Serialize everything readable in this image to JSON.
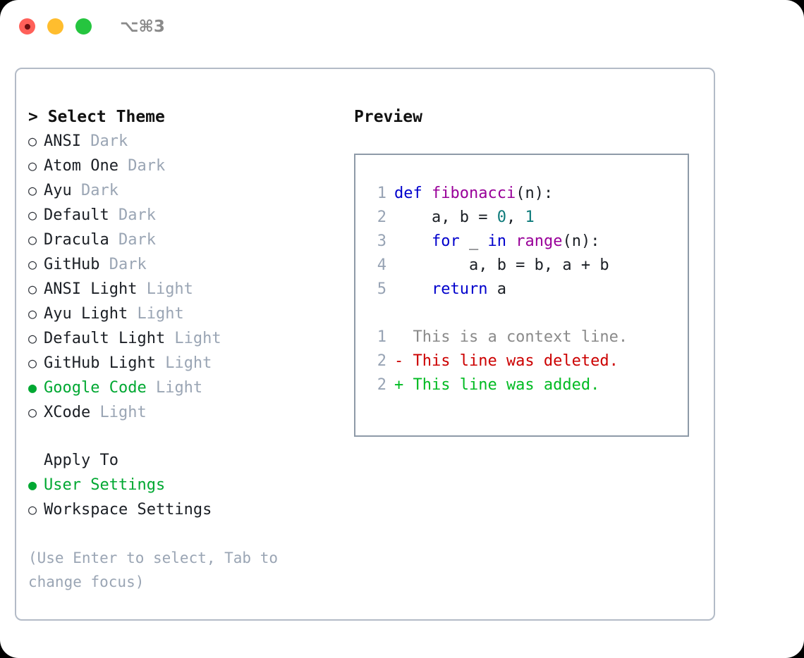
{
  "titlebar": {
    "shortcut": "⌥⌘3",
    "lights": [
      "close",
      "minimize",
      "zoom"
    ]
  },
  "theme_picker": {
    "prompt": "> Select Theme",
    "options": [
      {
        "bullet": "○",
        "name": "ANSI",
        "tag": "Dark",
        "selected": false
      },
      {
        "bullet": "○",
        "name": "Atom One",
        "tag": "Dark",
        "selected": false
      },
      {
        "bullet": "○",
        "name": "Ayu",
        "tag": "Dark",
        "selected": false
      },
      {
        "bullet": "○",
        "name": "Default",
        "tag": "Dark",
        "selected": false
      },
      {
        "bullet": "○",
        "name": "Dracula",
        "tag": "Dark",
        "selected": false
      },
      {
        "bullet": "○",
        "name": "GitHub",
        "tag": "Dark",
        "selected": false
      },
      {
        "bullet": "○",
        "name": "ANSI Light",
        "tag": "Light",
        "selected": false
      },
      {
        "bullet": "○",
        "name": "Ayu Light",
        "tag": "Light",
        "selected": false
      },
      {
        "bullet": "○",
        "name": "Default Light",
        "tag": "Light",
        "selected": false
      },
      {
        "bullet": "○",
        "name": "GitHub Light",
        "tag": "Light",
        "selected": false
      },
      {
        "bullet": "●",
        "name": "Google Code",
        "tag": "Light",
        "selected": true
      },
      {
        "bullet": "○",
        "name": "XCode",
        "tag": "Light",
        "selected": false
      }
    ]
  },
  "apply_to": {
    "heading": "Apply To",
    "options": [
      {
        "bullet": "●",
        "name": "User Settings",
        "selected": true
      },
      {
        "bullet": "○",
        "name": "Workspace Settings",
        "selected": false
      }
    ]
  },
  "hint": "(Use Enter to select, Tab to change focus)",
  "preview": {
    "title": "Preview",
    "code_lines": [
      {
        "no": "1",
        "segments": [
          {
            "t": "def ",
            "c": "tok-kw"
          },
          {
            "t": "fibonacci",
            "c": "tok-fn"
          },
          {
            "t": "(n):",
            "c": "tok-pl"
          }
        ]
      },
      {
        "no": "2",
        "segments": [
          {
            "t": "    a, b = ",
            "c": "tok-pl"
          },
          {
            "t": "0",
            "c": "tok-num"
          },
          {
            "t": ", ",
            "c": "tok-pl"
          },
          {
            "t": "1",
            "c": "tok-num"
          }
        ]
      },
      {
        "no": "3",
        "segments": [
          {
            "t": "    ",
            "c": "tok-pl"
          },
          {
            "t": "for",
            "c": "tok-kw"
          },
          {
            "t": " _ ",
            "c": "tok-pl"
          },
          {
            "t": "in",
            "c": "tok-kw"
          },
          {
            "t": " ",
            "c": "tok-pl"
          },
          {
            "t": "range",
            "c": "tok-fn"
          },
          {
            "t": "(n):",
            "c": "tok-pl"
          }
        ]
      },
      {
        "no": "4",
        "segments": [
          {
            "t": "        a, b = b, a + b",
            "c": "tok-pl"
          }
        ]
      },
      {
        "no": "5",
        "segments": [
          {
            "t": "    ",
            "c": "tok-pl"
          },
          {
            "t": "return",
            "c": "tok-kw"
          },
          {
            "t": " a",
            "c": "tok-pl"
          }
        ]
      }
    ],
    "diff_lines": [
      {
        "no": "1",
        "text": "  This is a context line.",
        "cls": "diff-ctx"
      },
      {
        "no": "2",
        "text": "- This line was deleted.",
        "cls": "diff-del"
      },
      {
        "no": "2",
        "text": "+ This line was added.",
        "cls": "diff-add"
      }
    ]
  },
  "colors": {
    "accent_green": "#00a832",
    "muted": "#9aa5b4",
    "keyword": "#0000cc",
    "function": "#990099",
    "number": "#0d7a7a",
    "diff_delete": "#cc0000",
    "diff_add": "#00bb22",
    "panel_border": "#b3bbc7",
    "preview_border": "#8e9aa8"
  }
}
